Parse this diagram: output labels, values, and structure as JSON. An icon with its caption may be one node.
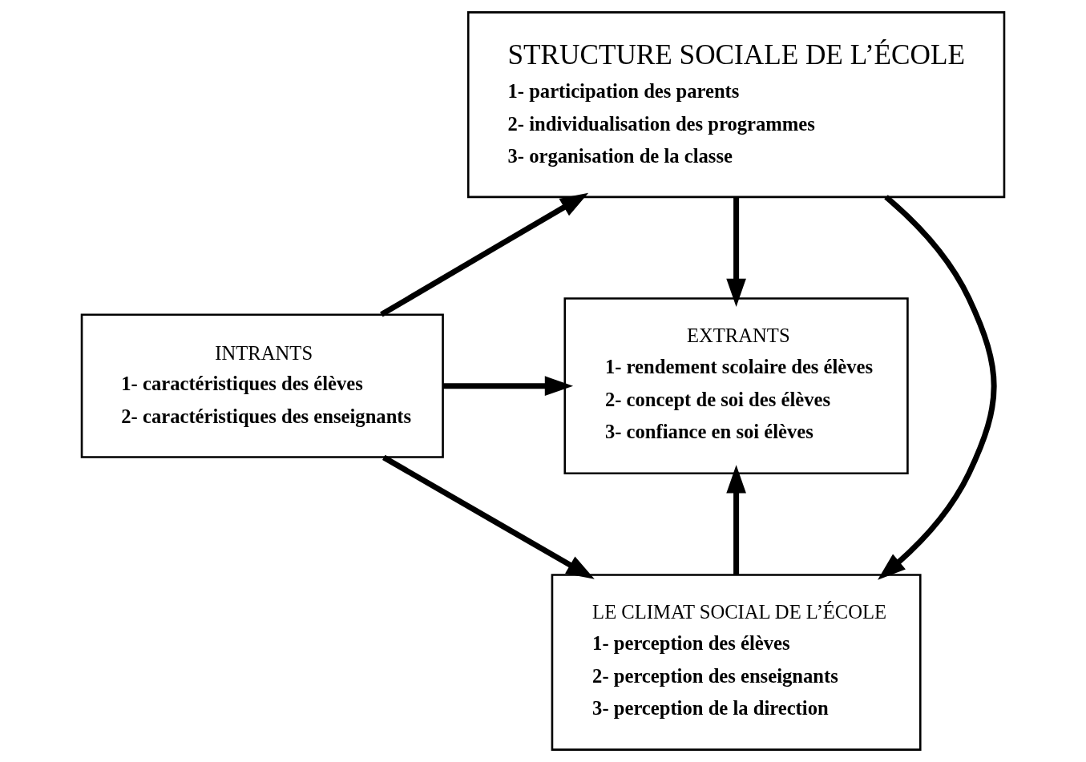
{
  "diagram": {
    "nodes": [
      {
        "text": [
          "STRUCTURE SOCIALE DE L’ÉCOLE",
          "1- participation des parents",
          "2- individualisation des programmes",
          "3- organisation de la classe"
        ]
      },
      {
        "text": [
          "INTRANTS",
          "1- caractéristiques des élèves",
          "2- caractéristiques des enseignants"
        ]
      },
      {
        "text": [
          "EXTRANTS",
          "1- rendement scolaire des élèves",
          "2- concept de soi des élèves",
          "3- confiance en soi élèves"
        ]
      },
      {
        "text": [
          "LE CLIMAT SOCIAL DE L’ÉCOLE",
          "1- perception des élèves",
          "2- perception des enseignants",
          "3- perception de la direction"
        ]
      }
    ],
    "edges": [
      {
        "from": 1,
        "to": 0,
        "arrow": "to"
      },
      {
        "from": 0,
        "to": 3,
        "arrow": "to"
      },
      {
        "from": 0,
        "to": 2,
        "arrow": "to"
      },
      {
        "from": 1,
        "to": 2,
        "arrow": "to"
      },
      {
        "from": 1,
        "to": 3,
        "arrow": "to"
      },
      {
        "from": 3,
        "to": 2,
        "arrow": "to"
      }
    ]
  }
}
